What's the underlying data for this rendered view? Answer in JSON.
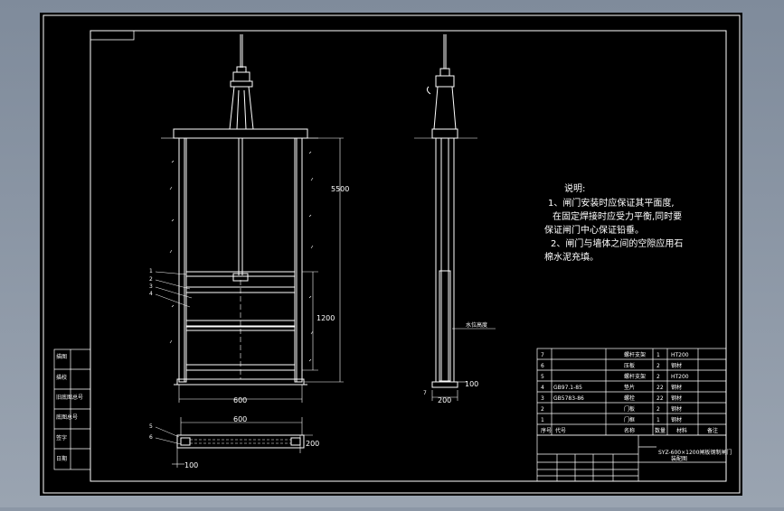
{
  "dimensions": {
    "d5500": "5500",
    "d1200": "1200",
    "d600_front": "600",
    "d600_plan": "600",
    "d200_plan": "200",
    "d100_plan": "100",
    "d100_side": "100",
    "d200_side": "200"
  },
  "notes": {
    "title": "说明:",
    "lines": [
      "1、闸门安装时应保证其平面度,",
      "在固定焊接时应受力平衡,同时要",
      "保证闸门中心保证铅垂。",
      "2、闸门与墙体之间的空隙应用石",
      "棉水泥充填。"
    ]
  },
  "part_labels": {
    "front": [
      "1",
      "2",
      "3",
      "4"
    ],
    "plan": [
      "5",
      "6"
    ],
    "side": [
      "7"
    ]
  },
  "side_callout": "水位高度",
  "bom": {
    "rows": [
      {
        "no": "7",
        "code": "",
        "name": "螺杆支架",
        "qty": "1",
        "material": "HT200"
      },
      {
        "no": "6",
        "code": "",
        "name": "压板",
        "qty": "2",
        "material": "钢材"
      },
      {
        "no": "5",
        "code": "",
        "name": "螺杆支架",
        "qty": "2",
        "material": "HT200"
      },
      {
        "no": "4",
        "code": "GB97.1-85",
        "name": "垫片",
        "qty": "22",
        "material": "钢材"
      },
      {
        "no": "3",
        "code": "GB5783-86",
        "name": "螺栓",
        "qty": "22",
        "material": "钢材"
      },
      {
        "no": "2",
        "code": "",
        "name": "门板",
        "qty": "2",
        "material": "钢材"
      },
      {
        "no": "1",
        "code": "",
        "name": "门框",
        "qty": "1",
        "material": "钢材"
      }
    ],
    "header": {
      "no": "序号",
      "code": "代号",
      "name": "名称",
      "qty": "数量",
      "material": "材料",
      "remark": "备注"
    }
  },
  "title_block": {
    "drawing_name": "SYZ-600×1200闸板钢制闸门",
    "sub": "装配图"
  },
  "left_block": [
    "描图",
    "描校",
    "旧底图总号",
    "底图总号",
    "签字",
    "日期"
  ],
  "colors": {
    "background": "#000000",
    "line": "#ffffff",
    "frame": "#000000",
    "outer": "#8c97a6"
  }
}
